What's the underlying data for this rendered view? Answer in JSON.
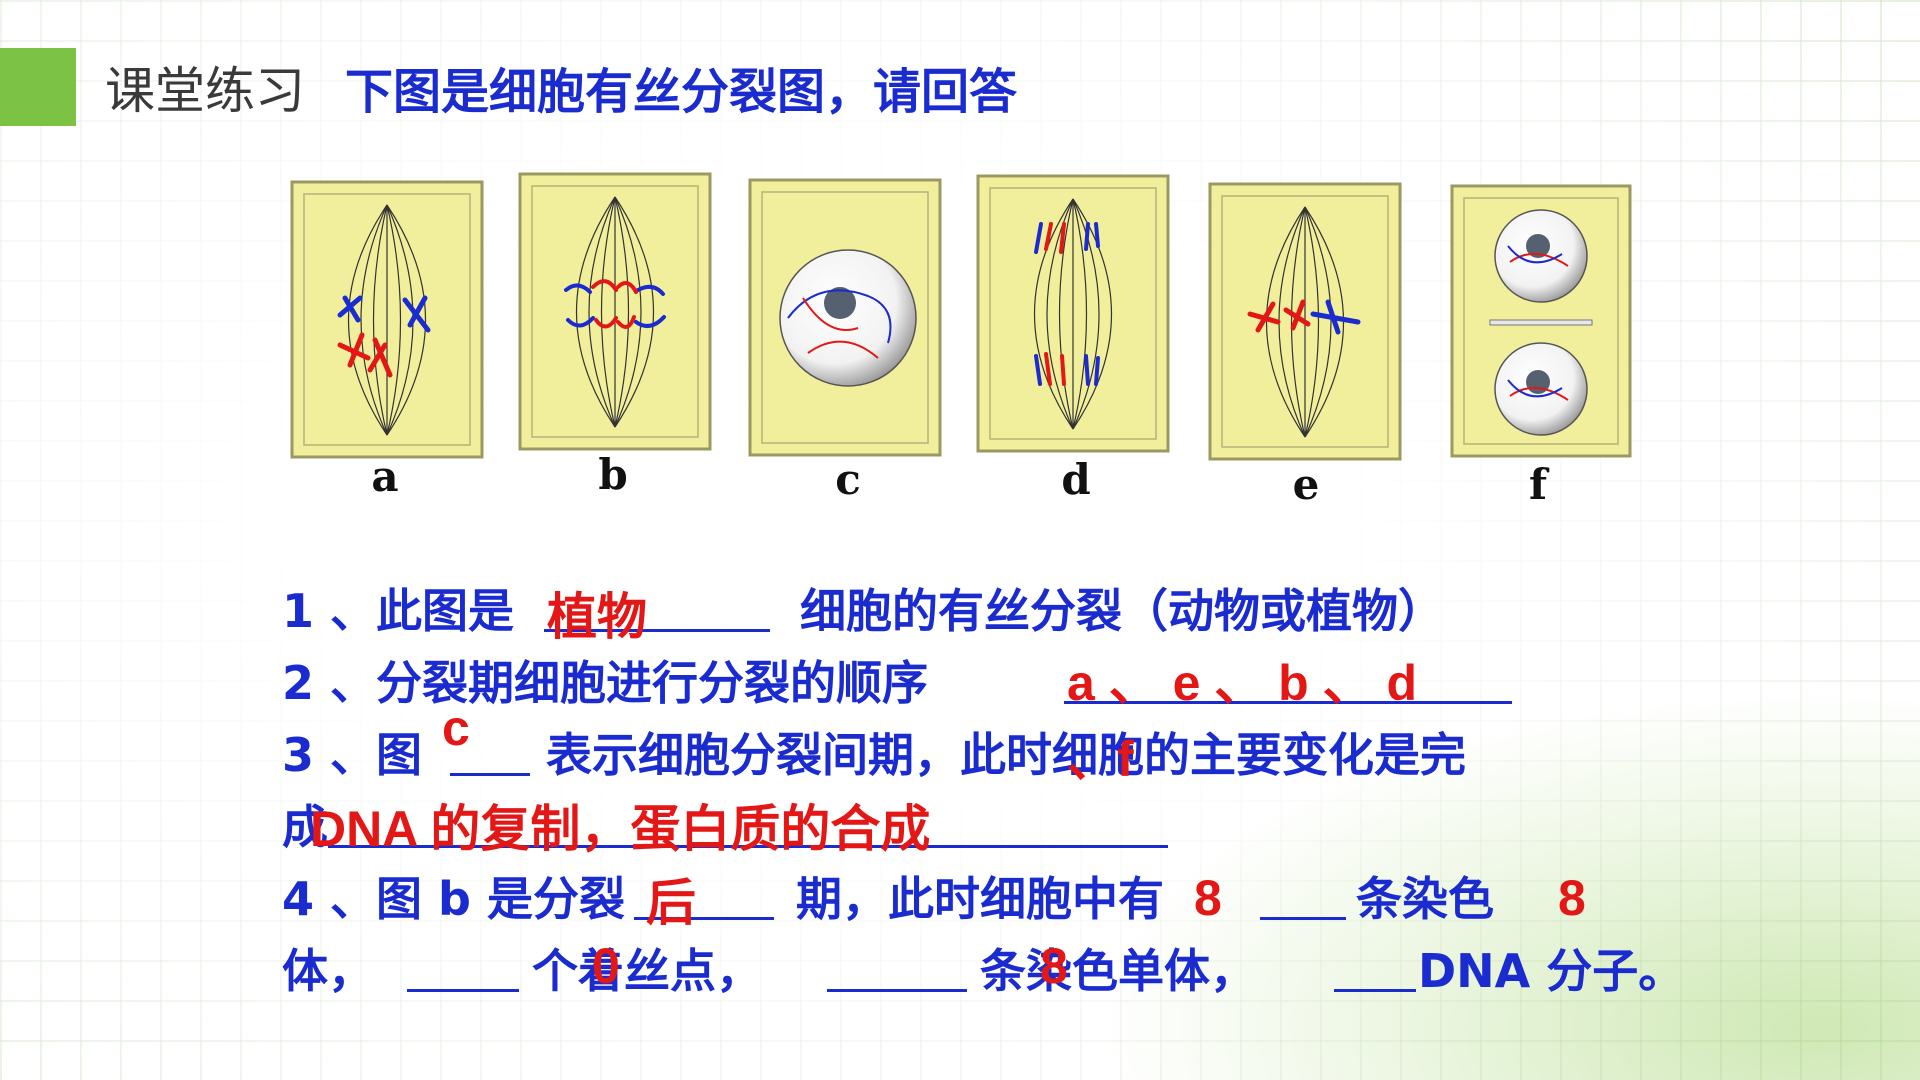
{
  "header": {
    "label": "课堂练习",
    "question": "下图是细胞有丝分裂图，请回答"
  },
  "cells": [
    {
      "letter": "a"
    },
    {
      "letter": "b"
    },
    {
      "letter": "c"
    },
    {
      "letter": "d"
    },
    {
      "letter": "e"
    },
    {
      "letter": "f"
    }
  ],
  "questions": {
    "q1": {
      "prefix": "1 、此图是",
      "suffix": "细胞的有丝分裂（动物或植物）",
      "answer": "植物"
    },
    "q2": {
      "prefix": "2 、分裂期细胞进行分裂的顺序",
      "answer": "a 、 e 、 b 、 d"
    },
    "q3": {
      "prefix": "3 、图",
      "middle": "表示细胞分裂间期，此时细胞的主要变化是完",
      "line2_prefix": "成",
      "answer_c": "c",
      "answer_f": "、f",
      "answer_line2": "DNA 的复制，蛋白质的合成"
    },
    "q4": {
      "prefix": "4 、图 b 是分裂",
      "middle": "期，此时细胞中有",
      "end": "条染色",
      "line2_a": "体，",
      "line2_b": "个着丝点，",
      "line2_c": "条染色单体，",
      "line2_d": "DNA 分子。",
      "answer_phase": "后",
      "answer_chromosomes": "8",
      "answer_extra": "8",
      "answer_centromeres": "0",
      "answer_chromatids": "8"
    }
  },
  "colors": {
    "accent": "#7cc244",
    "question_text": "#1a2bd0",
    "answer_text": "#e41717",
    "cell_fill": "#f1ee9c"
  }
}
